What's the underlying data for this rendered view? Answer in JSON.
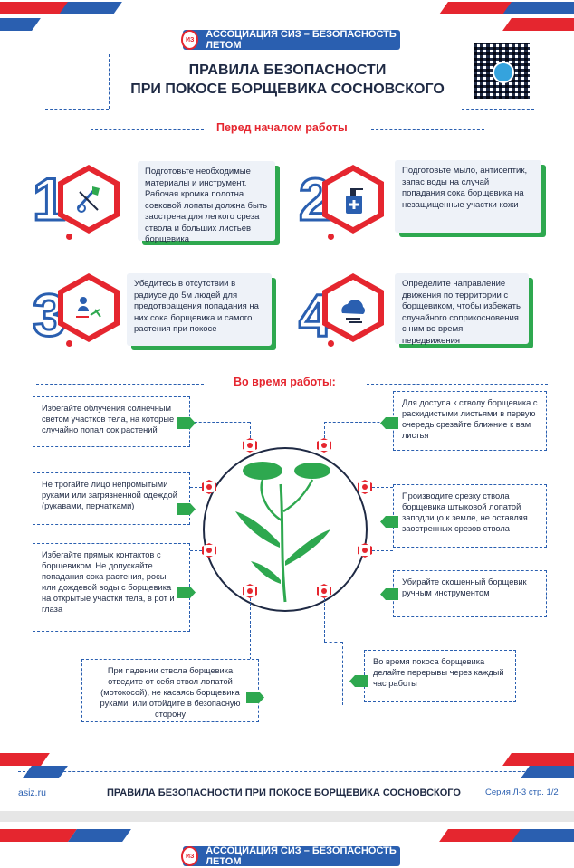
{
  "header": {
    "brand": "АССОЦИАЦИЯ СИЗ – БЕЗОПАСНОСТЬ ЛЕТОМ",
    "logo_text": "ИЗ",
    "title_line1": "ПРАВИЛА БЕЗОПАСНОСТИ",
    "title_line2": "ПРИ ПОКОСЕ БОРЩЕВИКА СОСНОВСКОГО"
  },
  "before": {
    "title": "Перед началом работы",
    "steps": [
      {
        "number": "1",
        "icon": "tools-icon",
        "text": "Подготовьте необходимые материалы и инструмент. Рабочая кромка полотна совковой лопаты должна быть заострена для легкого среза ствола и больших листьев борщевика"
      },
      {
        "number": "2",
        "icon": "sanitizer-icon",
        "text": "Подготовьте мыло, антисептик, запас воды на случай попадания сока борщевика на незащищенные участки кожи"
      },
      {
        "number": "3",
        "icon": "people-distance-icon",
        "text": "Убедитесь в отсутствии в радиусе до 5м людей для предотвращения попадания на них сока борщевика и самого растения при покосе"
      },
      {
        "number": "4",
        "icon": "weather-icon",
        "text": "Определите направление движения по территории с борщевиком, чтобы избежать случайного соприкосновения с ним во время передвижения"
      }
    ]
  },
  "during": {
    "title": "Во время работы:",
    "left_tips": [
      "Избегайте облучения солнечным светом участков тела, на которые случайно попал сок растений",
      "Не трогайте лицо непромытыми руками или загрязненной одеждой (рукавами, перчатками)",
      "Избегайте прямых контактов с борщевиком. Не допускайте попадания сока растения, росы или дождевой воды с борщевика на открытые участки тела, в рот и глаза",
      "При падении ствола борщевика отведите от себя ствол лопатой (мотокосой), не касаясь борщевика руками, или отойдите в безопасную сторону"
    ],
    "right_tips": [
      "Для доступа к стволу борщевика с раскидистыми листьями в первую очередь срезайте ближние к вам листья",
      "Производите срезку ствола борщевика штыковой лопатой заподлицо к земле, не оставляя заостренных срезов ствола",
      "Убирайте скошенный борщевик ручным инструментом",
      "Во время покоса борщевика делайте перерывы через каждый час работы"
    ]
  },
  "footer": {
    "site": "asiz.ru",
    "title": "ПРАВИЛА БЕЗОПАСНОСТИ ПРИ ПОКОСЕ БОРЩЕВИКА СОСНОВСКОГО",
    "series": "Серия Л-3 стр. 1/2"
  },
  "colors": {
    "red": "#e5262f",
    "blue": "#2a5fb0",
    "green": "#2ea84f",
    "navy": "#1f2a44"
  }
}
